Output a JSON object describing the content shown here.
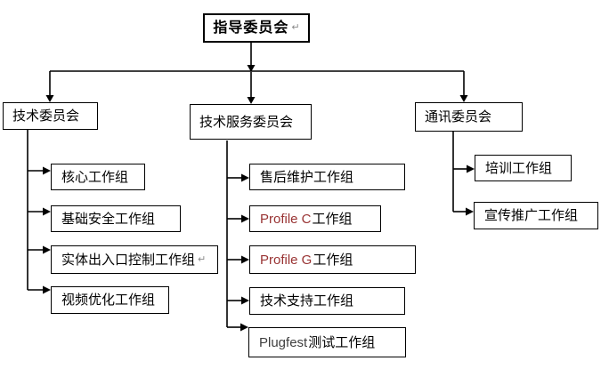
{
  "colors": {
    "line": "#000000",
    "box_border": "#000000",
    "latin_accent": "#993333",
    "plugfest_text": "#3f3f3f",
    "paragraph_mark": "#8a8a8a"
  },
  "boxes": {
    "steering": {
      "label": "指导委员会",
      "mark": "↵"
    },
    "tech_committee": {
      "label": "技术委员会"
    },
    "service_committee": {
      "label": "技术服务委员会"
    },
    "comm_committee": {
      "label": "通讯委员会"
    },
    "core": {
      "label": "核心工作组"
    },
    "security": {
      "label": "基础安全工作组"
    },
    "entrance": {
      "label": "实体出入口控制工作组",
      "mark": "↵"
    },
    "video": {
      "label": "视频优化工作组"
    },
    "aftersales": {
      "label": "售后维护工作组"
    },
    "profile_c": {
      "latin": "Profile C",
      "rest": " 工作组"
    },
    "profile_g": {
      "latin": "Profile G",
      "rest": " 工作组"
    },
    "support": {
      "label": "技术支持工作组"
    },
    "plugfest": {
      "latin": "Plugfest",
      "rest": " 测试工作组"
    },
    "training": {
      "label": "培训工作组"
    },
    "promotion": {
      "label": "宣传推广工作组"
    }
  }
}
